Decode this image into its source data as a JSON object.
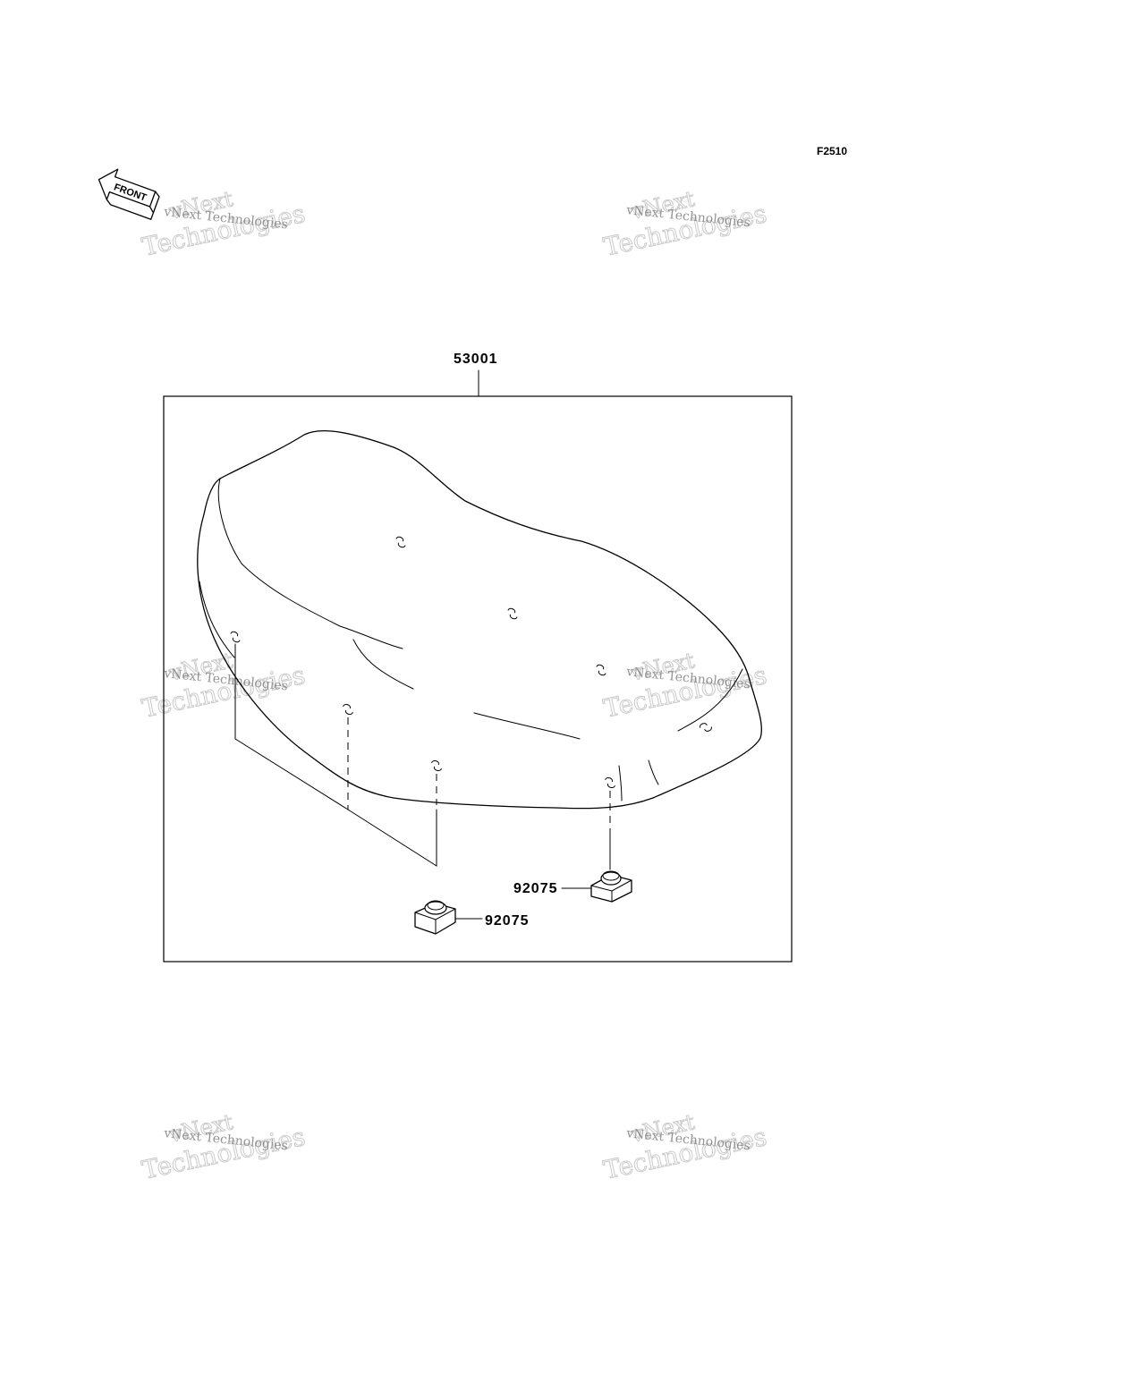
{
  "figure_code": "F2510",
  "front_indicator": {
    "text": "FRONT",
    "icon": "front-arrow-icon"
  },
  "parts": [
    {
      "number": "53001",
      "description": "seat"
    },
    {
      "number": "92075",
      "description": "damper-left"
    },
    {
      "number": "92075",
      "description": "damper-right"
    }
  ],
  "watermark": {
    "brand": "vNext",
    "name": "Technologies",
    "full": "vNext Technologies"
  },
  "colors": {
    "line": "#000000",
    "watermark": "#9e9e9e",
    "background": "#ffffff"
  }
}
